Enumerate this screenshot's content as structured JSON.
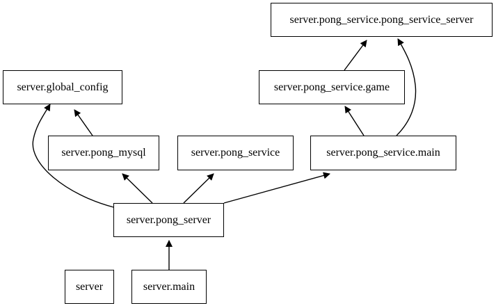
{
  "nodes": {
    "pong_service_server": "server.pong_service.pong_service_server",
    "global_config": "server.global_config",
    "pong_service_game": "server.pong_service.game",
    "pong_mysql": "server.pong_mysql",
    "pong_service": "server.pong_service",
    "pong_service_main": "server.pong_service.main",
    "pong_server": "server.pong_server",
    "server": "server",
    "main": "server.main"
  },
  "edges": [
    {
      "from": "pong_mysql",
      "to": "global_config"
    },
    {
      "from": "pong_server",
      "to": "global_config"
    },
    {
      "from": "pong_server",
      "to": "pong_mysql"
    },
    {
      "from": "pong_server",
      "to": "pong_service"
    },
    {
      "from": "pong_server",
      "to": "pong_service_main"
    },
    {
      "from": "pong_service_main",
      "to": "pong_service_game"
    },
    {
      "from": "pong_service_main",
      "to": "pong_service_server"
    },
    {
      "from": "pong_service_game",
      "to": "pong_service_server"
    },
    {
      "from": "main",
      "to": "pong_server"
    }
  ],
  "colors": {
    "stroke": "#000000",
    "background": "#ffffff"
  }
}
